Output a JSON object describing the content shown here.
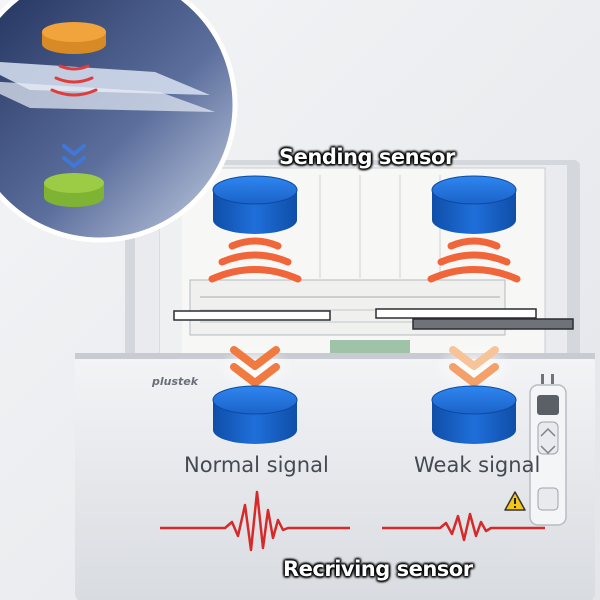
{
  "labels": {
    "sending_sensor": "Sending sensor",
    "receiving_sensor": "Recriving sensor",
    "normal_signal": "Normal signal",
    "weak_signal": "Weak signal",
    "brand": "plustek"
  },
  "colors": {
    "sensor_blue": "#1e6fd6",
    "wave_orange": "#f0663a",
    "signal_red": "#d62a2a",
    "inset_emitter": "#f2a43c",
    "inset_receiver": "#9ccc45",
    "inset_chevrons": "#3f78d8",
    "inset_waves": "#e23b3b",
    "warning": "#f5c518"
  },
  "icons": [
    "warning-icon",
    "arrow-up-icon",
    "arrow-down-icon"
  ]
}
